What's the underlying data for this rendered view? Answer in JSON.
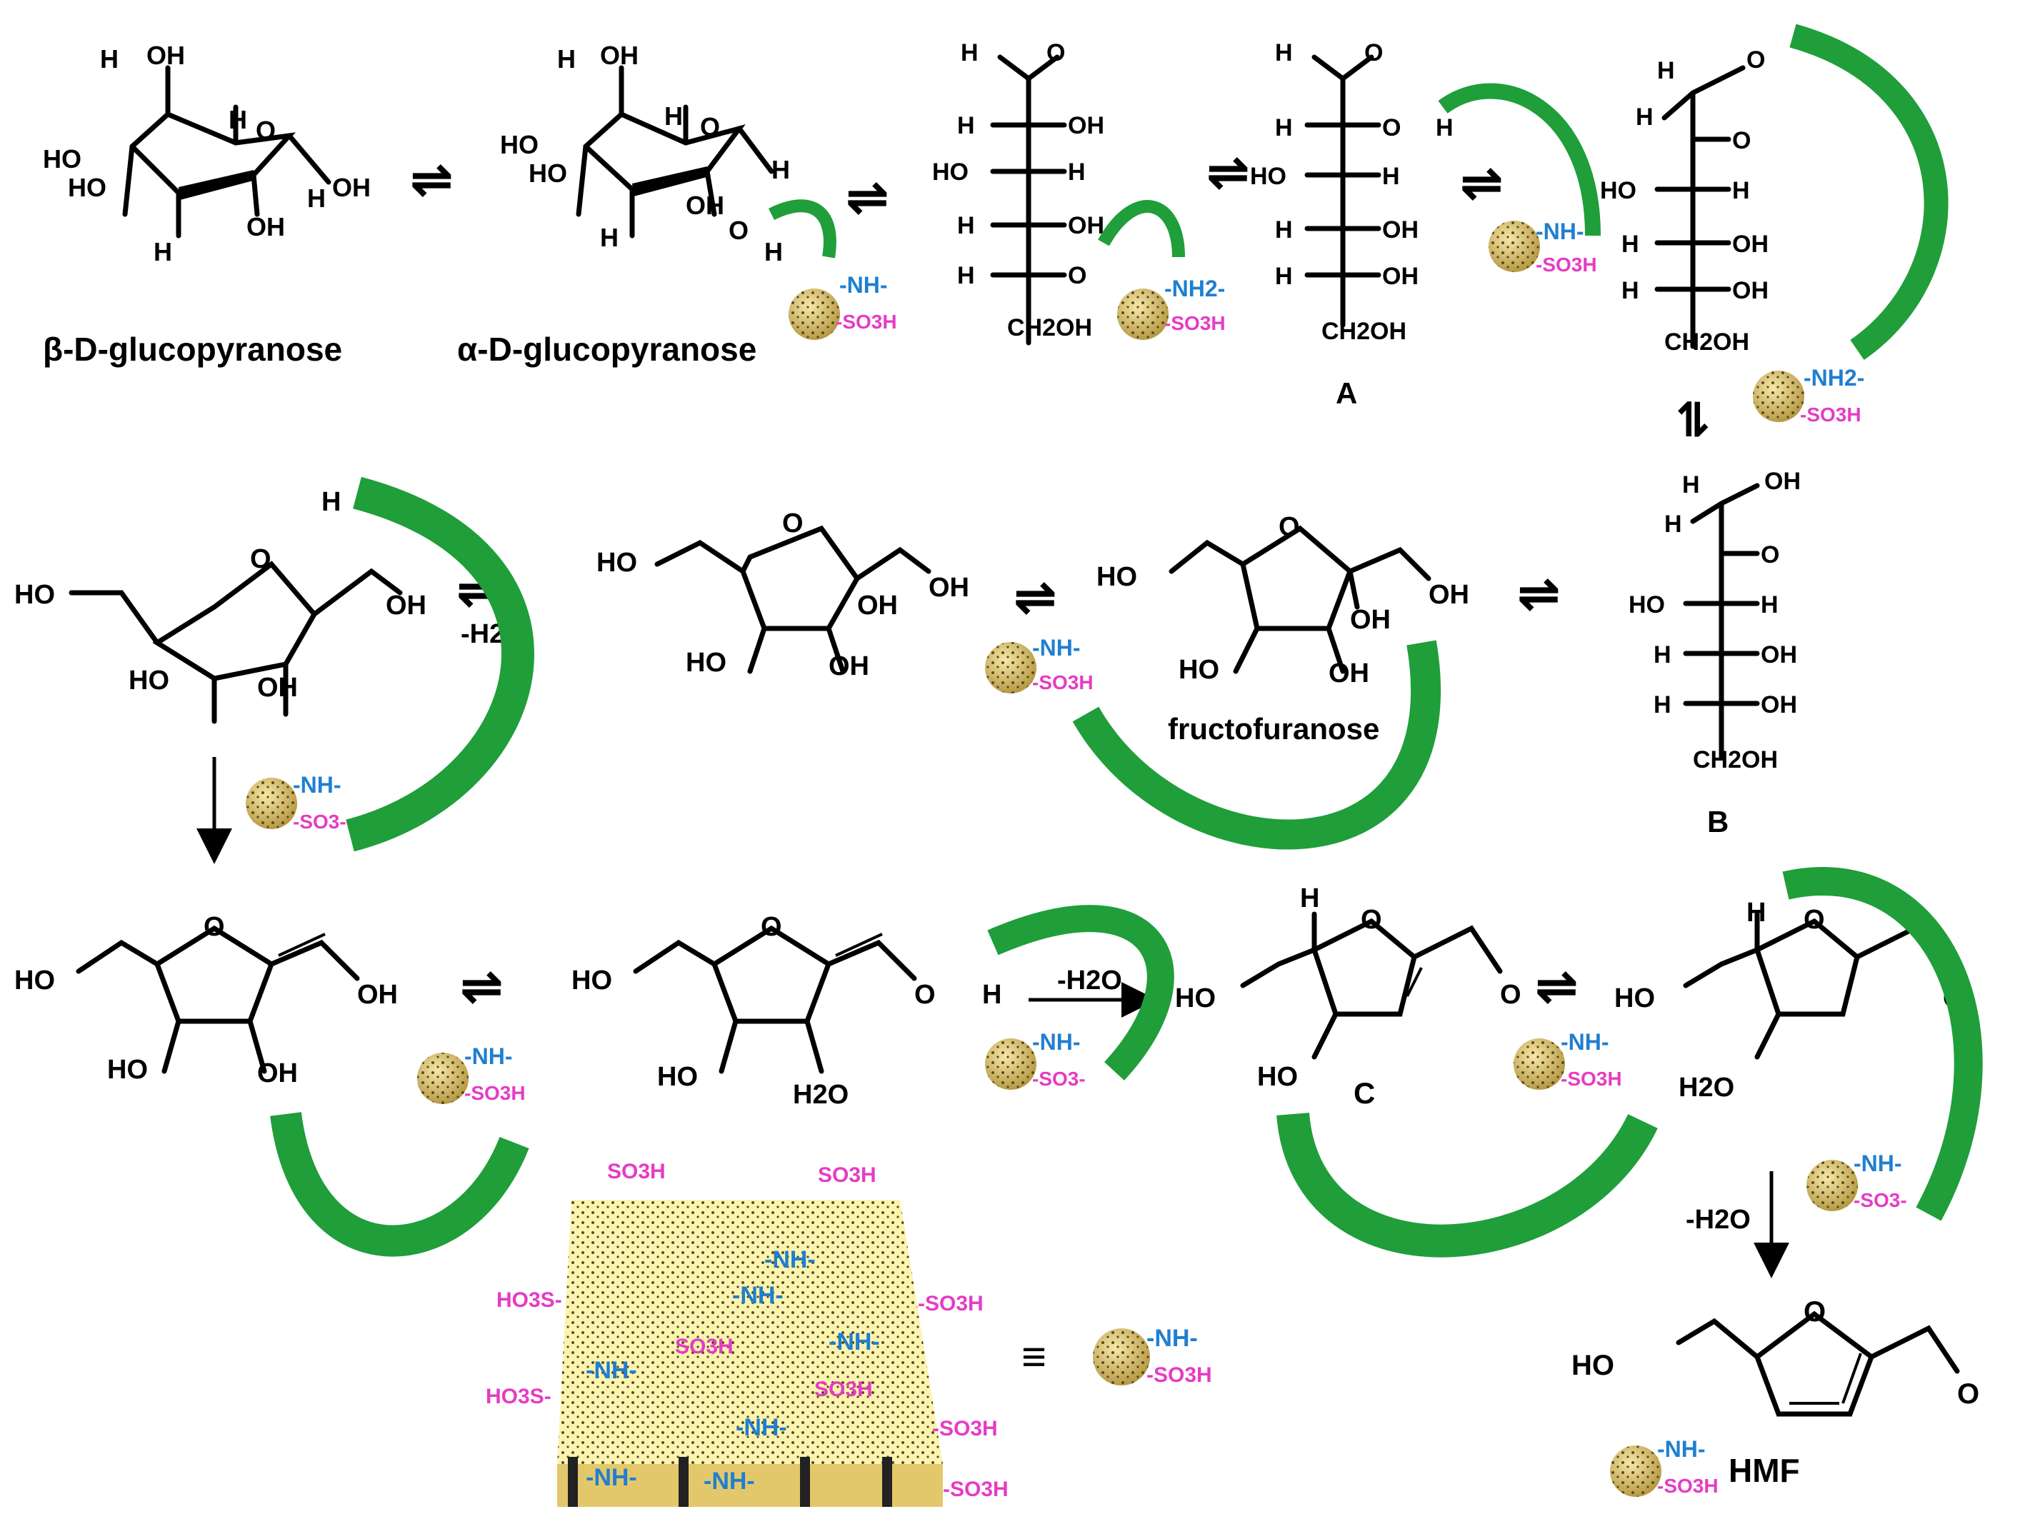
{
  "labels": {
    "beta_glucopyranose": "β-D-glucopyranose",
    "alpha_glucopyranose": "α-D-glucopyranose",
    "A": "A",
    "B": "B",
    "C": "C",
    "fructofuranose": "fructofuranose",
    "HMF": "HMF",
    "minus_water": "-H2O"
  },
  "groups": {
    "nh": "-NH-",
    "nh2plus": "-NH2-",
    "so3h": "-SO3H",
    "so3minus": "-SO3-",
    "ho3s": "HO3S-",
    "so3h_plain": "SO3H"
  },
  "atoms": {
    "OH": "OH",
    "HO": "HO",
    "H": "H",
    "O": "O",
    "C": "C",
    "CH2OH": "CH2OH",
    "H2O": "H2O"
  },
  "colors": {
    "arrow_green": "#1f9e3a",
    "amine_blue": "#1f7fd0",
    "sulfonic_pink": "#e53cc4",
    "particle": "#d9c27a",
    "sheet": "#fbf4b0",
    "sheet_edge": "#e3c86b"
  },
  "symbols": {
    "equilibrium": "⇌",
    "equivalent": "≡"
  }
}
